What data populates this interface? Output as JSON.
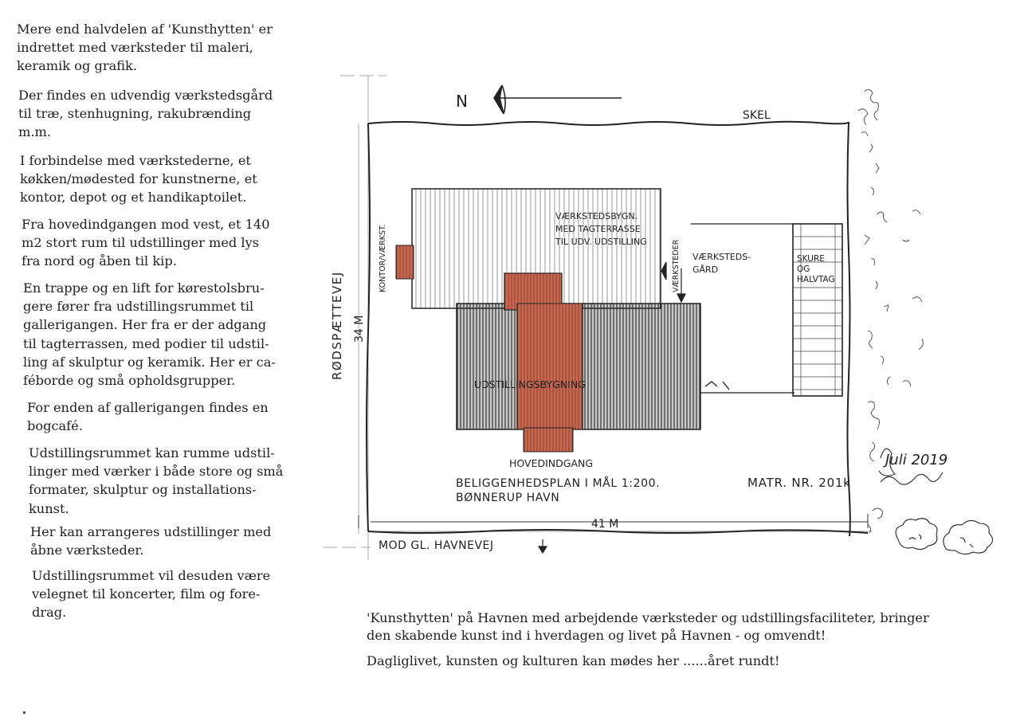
{
  "page": {
    "paragraphs": [
      {
        "lines": [
          "Mere end halvdelen af 'Kunsthytten' er",
          "indrettet med værksteder til maleri,",
          "keramik og grafik."
        ]
      },
      {
        "lines": [
          "Der findes en udvendig værkstedsgård",
          "til træ, stenhugning, rakubrænding",
          "m.m."
        ]
      },
      {
        "lines": [
          "I forbindelse med værkstederne, et",
          "køkken/mødested for kunstnerne, et",
          "kontor, depot og et handikaptoilet."
        ]
      },
      {
        "lines": [
          "Fra hovedindgangen mod vest, et 140",
          "m2 stort rum til udstillinger med lys",
          "fra nord og åben til kip."
        ]
      },
      {
        "lines": [
          "En trappe og en lift for kørestolsbru-",
          "gere fører fra udstillingsrummet til",
          "gallerigangen. Her fra er der adgang",
          "til tagterrassen, med podier til udstil-",
          "ling af skulptur og keramik. Her er ca-",
          "féborde og små opholdsgrupper."
        ]
      },
      {
        "lines": [
          "For enden af gallerigangen findes en",
          "bogcafé."
        ]
      },
      {
        "lines": [
          "Udstillingsrummet kan rumme udstil-",
          "linger med værker i både store og små",
          "formater, skulptur og installations-",
          "kunst."
        ]
      },
      {
        "lines": [
          "Her kan arrangeres udstillinger med",
          "åbne værksteder."
        ]
      },
      {
        "lines": [
          "Udstillingsrummet vil desuden være",
          "velegnet til koncerter, film og fore-",
          "drag."
        ]
      }
    ],
    "bottom_paragraphs": [
      {
        "lines": [
          "'Kunsthytten' på Havnen med arbejdende værksteder og udstillingsfaciliteter, bringer",
          "den skabende kunst ind i hverdagen og livet på Havnen - og omvendt!"
        ]
      },
      {
        "lines": [
          "Dagliglivet, kunsten og kulturen kan mødes her ......året rundt!"
        ]
      }
    ]
  },
  "plan": {
    "north_label": "N",
    "boundary_label": "SKEL",
    "road_label": "RØDSPÆTTEVEJ",
    "height_dimension": "34 M",
    "width_dimension": "41 M",
    "office_label": "KONTOR/VÆRKST.",
    "workshop_building_label": [
      "VÆRKSTEDSBYGN.",
      "MED TAGTERRASSE",
      "TIL UDV. UDSTILLING"
    ],
    "workshop_label": "VÆRKSTEDER",
    "workshop_yard_label": [
      "VÆRKSTEDS-",
      "GÅRD"
    ],
    "shed_label": [
      "SKURE",
      "OG",
      "HALVTAG"
    ],
    "exhibition_building_label": "UDSTILLINGSBYGNING",
    "main_entrance_label": "HOVEDINDGANG",
    "site_plan_label": "BELIGGENHEDSPLAN I MÅL 1:200.",
    "cadastre_label": "MATR. NR. 201k",
    "location_label": "BØNNERUP HAVN",
    "lower_road_label": "MOD GL. HAVNEVEJ",
    "signature_text": [
      "Juli 2019"
    ],
    "colors": {
      "ink": "#222222",
      "brick": "#b5543e",
      "hatch": "#333333"
    }
  }
}
